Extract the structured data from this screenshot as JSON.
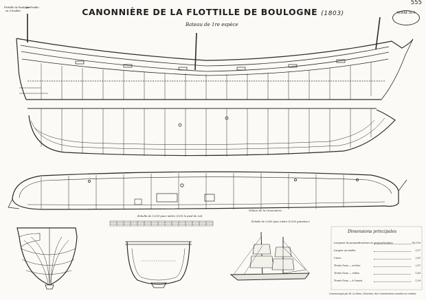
{
  "title": "CANONNIÈRE DE LA FLOTTILLE DE BOULOGNE",
  "title_year": "(1803)",
  "subtitle": "Bateau de 1re espèce",
  "plate_number": "555",
  "corner_left_line1": "Flottille de Boulogne",
  "corner_left_line2": "en 6 feuilles",
  "corner_right": "1re Feuille",
  "stamp_text": "MARINE 1879",
  "scale_note": "Échelle de 0,020 pour mètre (1/50 le pied de roi)",
  "rig_note_title": "Voilure de la Canonnière",
  "rig_note_scale": "Échelle de 0,005 pour mètre (1/200 grandeur)",
  "dimensions_title": "Dimensions principales",
  "dimensions": [
    {
      "label": "Longueur de perpendiculaires en perpendiculaire",
      "value": "24,37m"
    },
    {
      "label": "Largeur au maître",
      "value": "5,57"
    },
    {
      "label": "Creux",
      "value": "2,01"
    },
    {
      "label": "Tirant d'eau — arrière",
      "value": "2,07"
    },
    {
      "label": "Tirant d'eau — milieu",
      "value": "1,83"
    },
    {
      "label": "Tirant d'eau — à l'avant",
      "value": "1,59"
    }
  ],
  "footer_credit": "Communiqué par M. Le Brun, Directeur des Constructions navales en retraite"
}
